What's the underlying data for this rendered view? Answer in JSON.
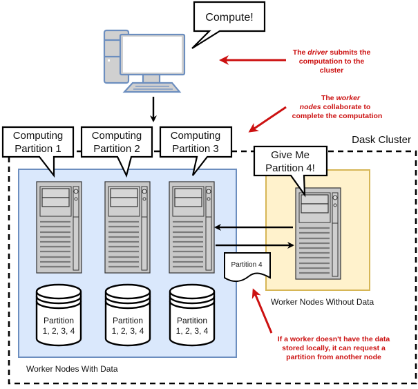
{
  "driver": {
    "speech": "Compute!",
    "annotation": {
      "line1_prefix": "The ",
      "line1_emph": "driver",
      "line1_suffix": " submits the",
      "line2": "computation to the",
      "line3": "cluster"
    }
  },
  "workers_annotation": {
    "line1_prefix": "The ",
    "line1_emph": "worker",
    "line2_emph": "nodes",
    "line2_suffix": " collaborate to",
    "line3": "complete the computation"
  },
  "cluster": {
    "label": "Dask Cluster"
  },
  "with_data_group": {
    "label": "Worker Nodes With Data",
    "workers": [
      {
        "speech_line1": "Computing",
        "speech_line2": "Partition 1",
        "storage_line1": "Partition",
        "storage_line2": "1, 2, 3, 4"
      },
      {
        "speech_line1": "Computing",
        "speech_line2": "Partition 2",
        "storage_line1": "Partition",
        "storage_line2": "1, 2, 3, 4"
      },
      {
        "speech_line1": "Computing",
        "speech_line2": "Partition 3",
        "storage_line1": "Partition",
        "storage_line2": "1, 2, 3, 4"
      }
    ]
  },
  "without_data_group": {
    "label": "Worker Nodes Without Data",
    "speech_line1": "Give Me",
    "speech_line2": "Partition 4!"
  },
  "transfer_document": {
    "label": "Partition 4"
  },
  "request_annotation": {
    "line1": "If a worker doesn't have the data",
    "line2": "stored locally, it can request a",
    "line3": "partition from another node"
  },
  "colors": {
    "annotation_red": "#cc1111",
    "with_data_fill": "#dae8fc",
    "with_data_stroke": "#6c8ebf",
    "without_data_fill": "#fff2cc",
    "without_data_stroke": "#d6b656",
    "server_fill": "#c8c8c8",
    "desktop_stroke": "#6c8ebf"
  }
}
